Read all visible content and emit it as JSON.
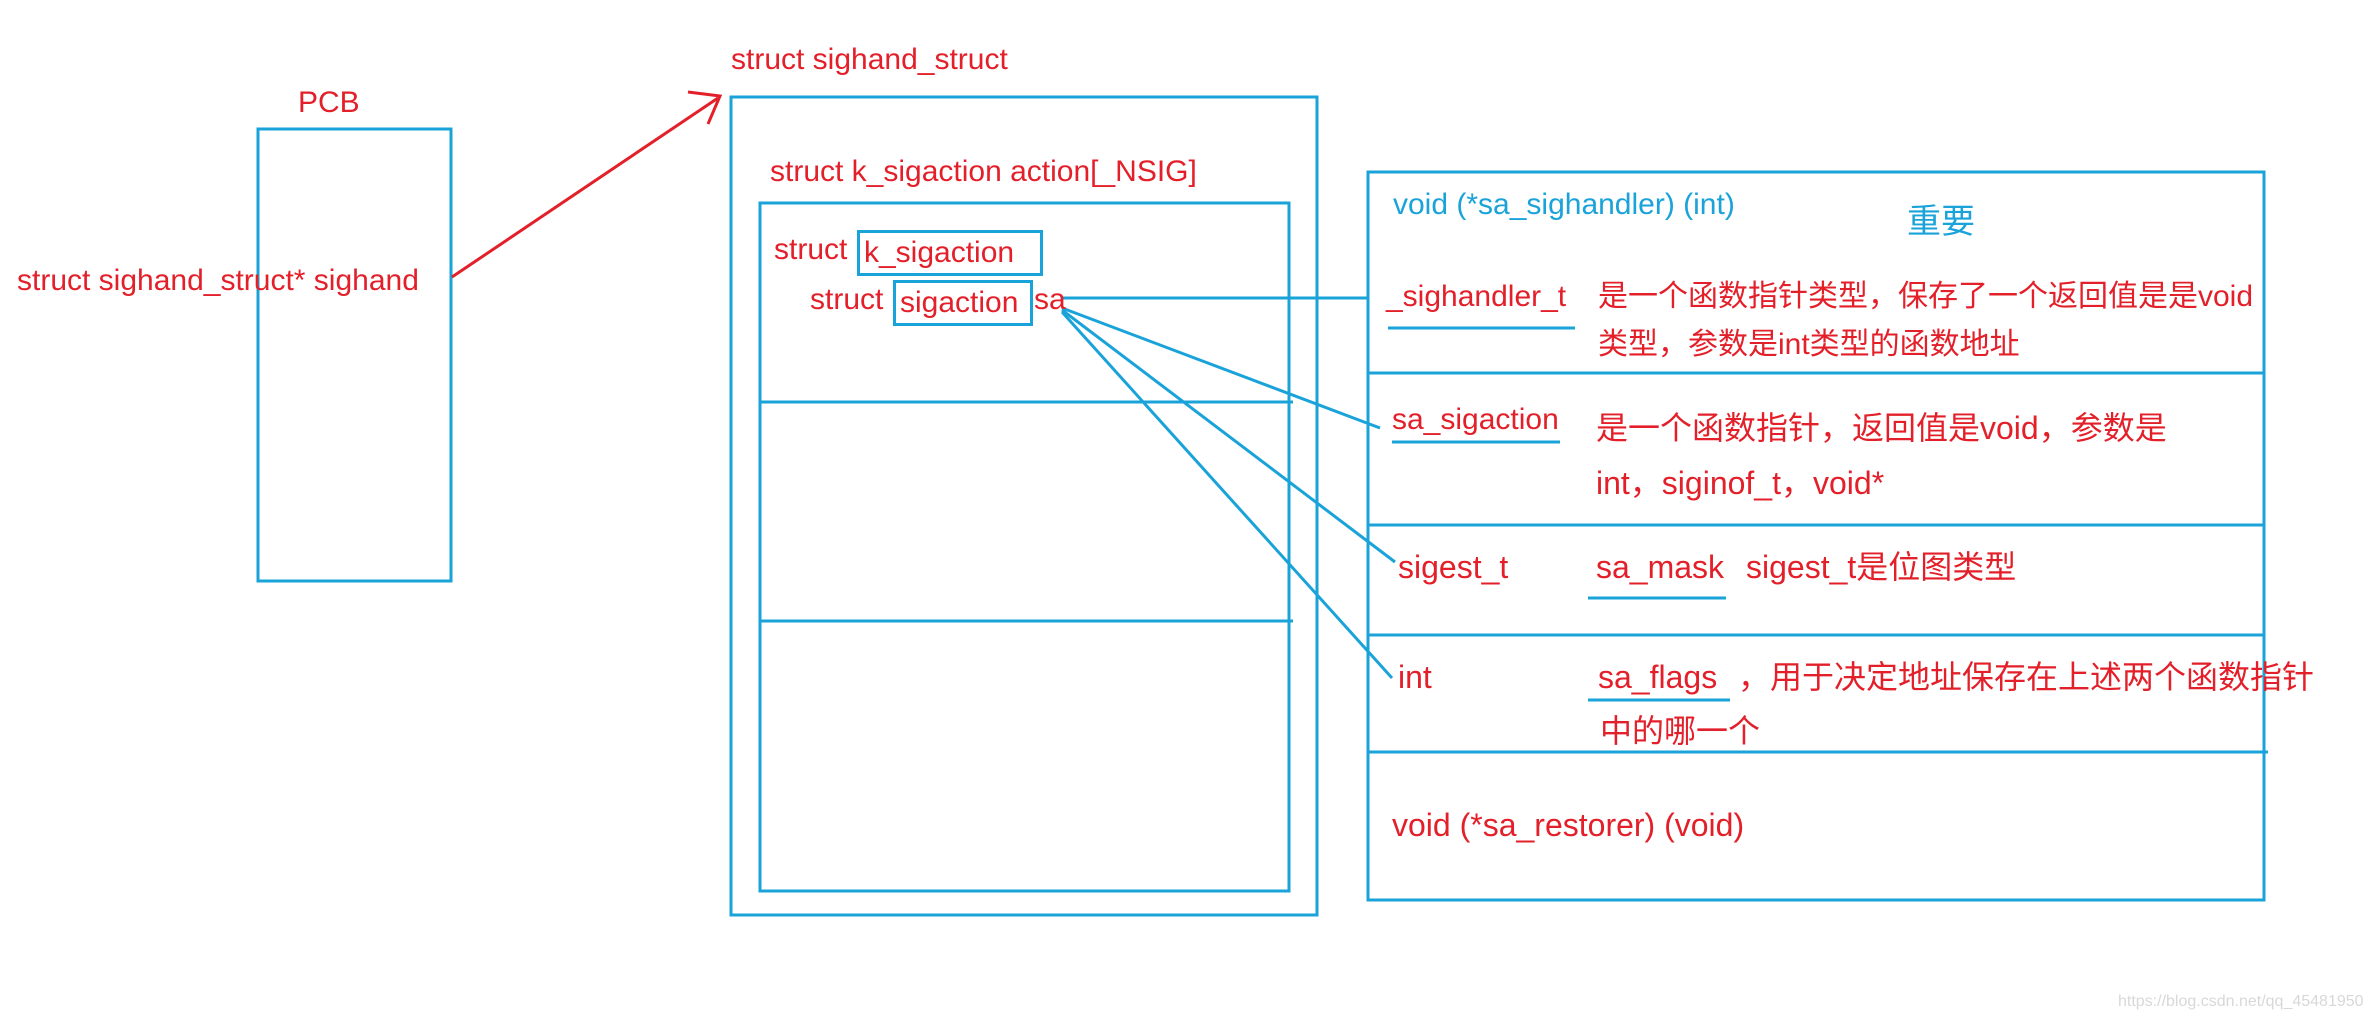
{
  "colors": {
    "red": "#e3202a",
    "blue": "#1aa3d9"
  },
  "pcb": {
    "title": "PCB",
    "field": "struct sighand_struct* sighand"
  },
  "sighand": {
    "title": "struct sighand_struct",
    "action_label": "struct k_sigaction  action[_NSIG]",
    "k_sigaction_prefix": "struct",
    "k_sigaction_name": "k_sigaction",
    "sigaction_prefix": "struct",
    "sigaction_name": "sigaction",
    "sa_label": "sa"
  },
  "sigaction": {
    "important": "重要",
    "handler_decl": "void (*sa_sighandler) (int)",
    "rows": [
      {
        "type": "_sighandler_t",
        "desc_line1": "是一个函数指针类型，保存了一个返回值是是void",
        "desc_line2": "类型，参数是int类型的函数地址"
      },
      {
        "type": "sa_sigaction",
        "desc_line1": "是一个函数指针，返回值是void，参数是",
        "desc_line2": "int，siginof_t，void*"
      },
      {
        "type": "sigest_t",
        "field": "sa_mask",
        "desc": "sigest_t是位图类型"
      },
      {
        "type": "int",
        "field": "sa_flags",
        "desc_line1": "，用于决定地址保存在上述两个函数指针",
        "desc_line2": "中的哪一个"
      }
    ],
    "restorer": "void  (*sa_restorer) (void)"
  },
  "watermark": "https://blog.csdn.net/qq_45481950"
}
